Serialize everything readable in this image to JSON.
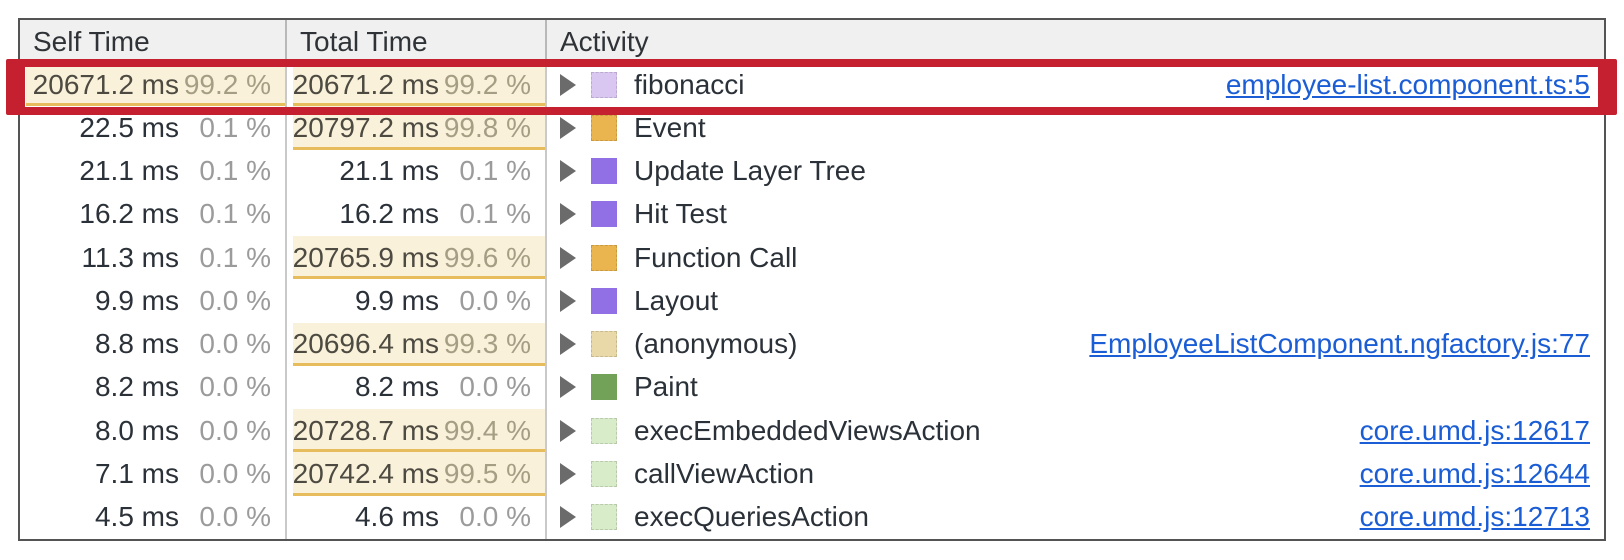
{
  "table": {
    "columns": [
      {
        "label": "Self Time"
      },
      {
        "label": "Total Time"
      },
      {
        "label": "Activity"
      }
    ],
    "rows": [
      {
        "self_ms": "20671.2 ms",
        "self_pct": "99.2 %",
        "self_hl": true,
        "total_ms": "20671.2 ms",
        "total_pct": "99.2 %",
        "total_hl": true,
        "activity": "fibonacci",
        "swatch_color": "#d9c7f1",
        "swatch_pattern": true,
        "link": "employee-list.component.ts:5"
      },
      {
        "self_ms": "22.5 ms",
        "self_pct": "0.1 %",
        "self_hl": false,
        "total_ms": "20797.2 ms",
        "total_pct": "99.8 %",
        "total_hl": true,
        "activity": "Event",
        "swatch_color": "#eab54e",
        "swatch_pattern": true,
        "link": ""
      },
      {
        "self_ms": "21.1 ms",
        "self_pct": "0.1 %",
        "self_hl": false,
        "total_ms": "21.1 ms",
        "total_pct": "0.1 %",
        "total_hl": false,
        "activity": "Update Layer Tree",
        "swatch_color": "#9170e6",
        "swatch_pattern": false,
        "link": ""
      },
      {
        "self_ms": "16.2 ms",
        "self_pct": "0.1 %",
        "self_hl": false,
        "total_ms": "16.2 ms",
        "total_pct": "0.1 %",
        "total_hl": false,
        "activity": "Hit Test",
        "swatch_color": "#9170e6",
        "swatch_pattern": false,
        "link": ""
      },
      {
        "self_ms": "11.3 ms",
        "self_pct": "0.1 %",
        "self_hl": false,
        "total_ms": "20765.9 ms",
        "total_pct": "99.6 %",
        "total_hl": true,
        "activity": "Function Call",
        "swatch_color": "#eab54e",
        "swatch_pattern": true,
        "link": ""
      },
      {
        "self_ms": "9.9 ms",
        "self_pct": "0.0 %",
        "self_hl": false,
        "total_ms": "9.9 ms",
        "total_pct": "0.0 %",
        "total_hl": false,
        "activity": "Layout",
        "swatch_color": "#9170e6",
        "swatch_pattern": false,
        "link": ""
      },
      {
        "self_ms": "8.8 ms",
        "self_pct": "0.0 %",
        "self_hl": false,
        "total_ms": "20696.4 ms",
        "total_pct": "99.3 %",
        "total_hl": true,
        "activity": "(anonymous)",
        "swatch_color": "#e9d9a8",
        "swatch_pattern": true,
        "link": "EmployeeListComponent.ngfactory.js:77"
      },
      {
        "self_ms": "8.2 ms",
        "self_pct": "0.0 %",
        "self_hl": false,
        "total_ms": "8.2 ms",
        "total_pct": "0.0 %",
        "total_hl": false,
        "activity": "Paint",
        "swatch_color": "#72a257",
        "swatch_pattern": false,
        "link": ""
      },
      {
        "self_ms": "8.0 ms",
        "self_pct": "0.0 %",
        "self_hl": false,
        "total_ms": "20728.7 ms",
        "total_pct": "99.4 %",
        "total_hl": true,
        "activity": "execEmbeddedViewsAction",
        "swatch_color": "#d9ecca",
        "swatch_pattern": true,
        "link": "core.umd.js:12617"
      },
      {
        "self_ms": "7.1 ms",
        "self_pct": "0.0 %",
        "self_hl": false,
        "total_ms": "20742.4 ms",
        "total_pct": "99.5 %",
        "total_hl": true,
        "activity": "callViewAction",
        "swatch_color": "#d9ecca",
        "swatch_pattern": true,
        "link": "core.umd.js:12644"
      },
      {
        "self_ms": "4.5 ms",
        "self_pct": "0.0 %",
        "self_hl": false,
        "total_ms": "4.6 ms",
        "total_pct": "0.0 %",
        "total_hl": false,
        "activity": "execQueriesAction",
        "swatch_color": "#d9ecca",
        "swatch_pattern": true,
        "link": "core.umd.js:12713"
      }
    ]
  },
  "annotation": {
    "border_color": "#c5202f"
  },
  "colors": {
    "highlight_cell_bg": "#faf1da",
    "highlight_cell_underline": "#e6bc5c",
    "link_blue": "#1a5dd5",
    "header_bg": "#f0f0f0",
    "table_border": "#545454"
  }
}
